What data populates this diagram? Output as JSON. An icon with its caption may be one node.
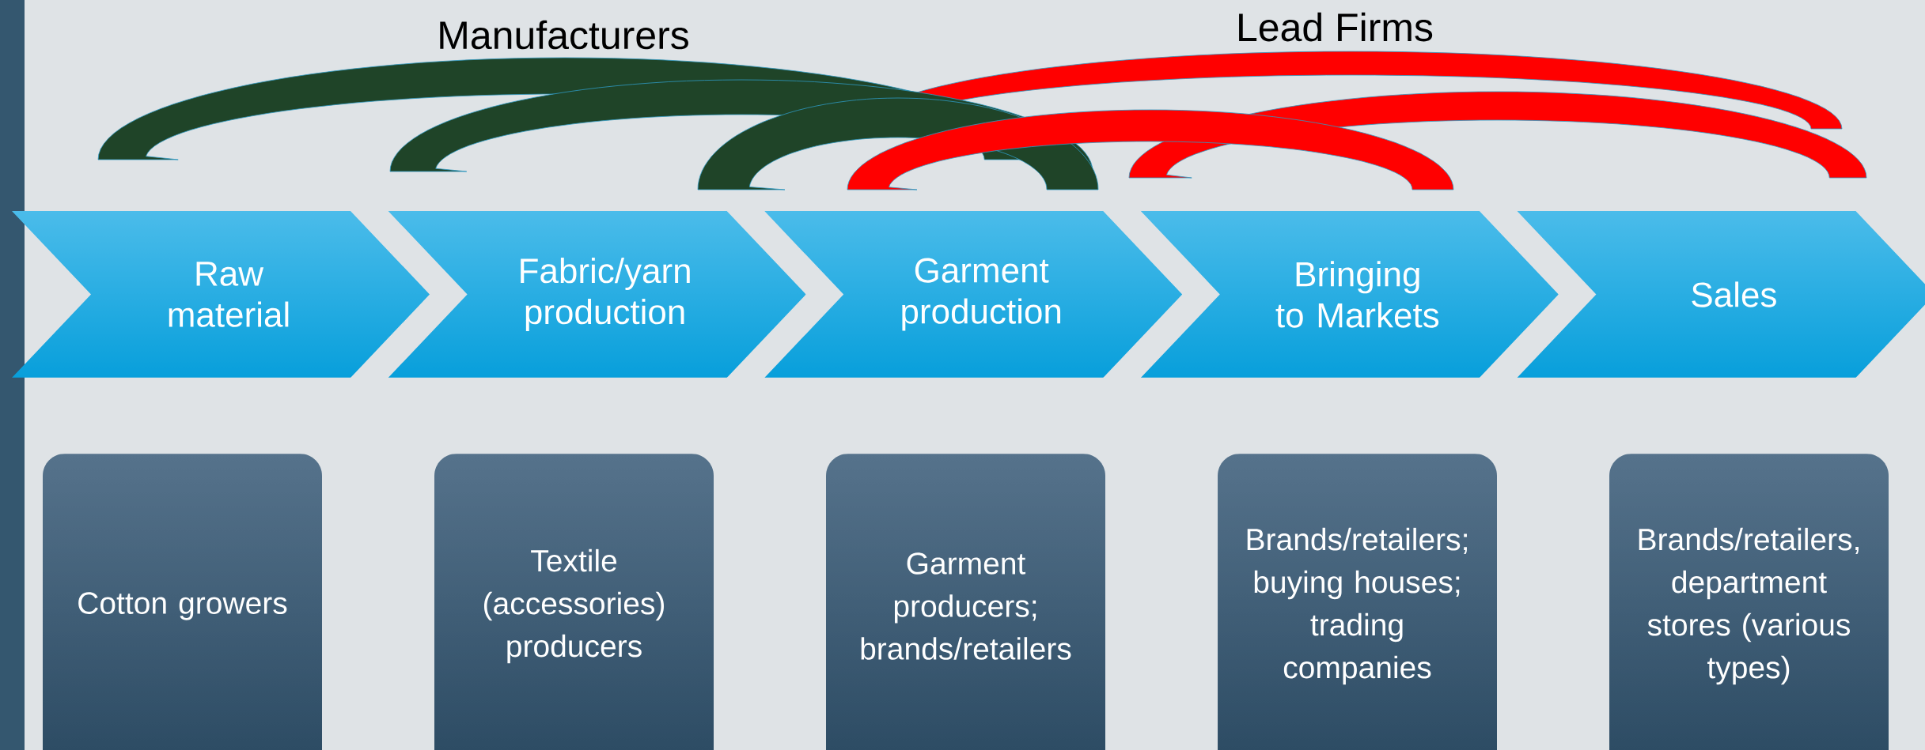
{
  "diagram": {
    "nodes": [
      {
        "text": [
          "Raw material"
        ]
      },
      {
        "text": [
          "Fabric/yarn production"
        ]
      },
      {
        "text": [
          "Garment production"
        ]
      },
      {
        "text": [
          "Bringing to Markets"
        ]
      },
      {
        "text": [
          "Sales"
        ]
      },
      {
        "text": [
          "Cotton growers"
        ]
      },
      {
        "text": [
          "Textile (accessories) producers"
        ]
      },
      {
        "text": [
          "Garment producers; brands/retailers"
        ]
      },
      {
        "text": [
          "Brands/retailers; buying houses; trading companies"
        ]
      },
      {
        "text": [
          "Brands/retailers, department stores (various types)"
        ]
      }
    ],
    "labels": [
      "Manufacturers",
      "Lead Firms"
    ]
  }
}
